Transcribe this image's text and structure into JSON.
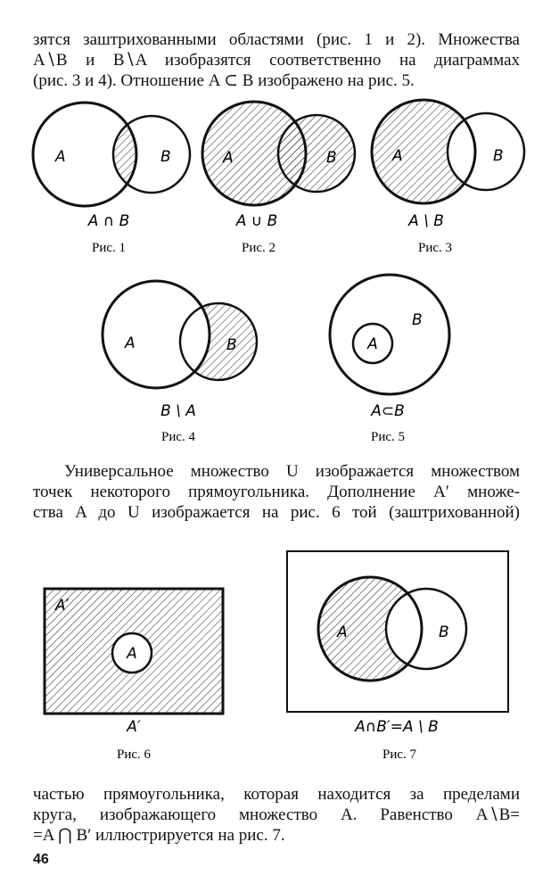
{
  "text_top": [
    "зятся заштрихованными областями (рис. 1 и 2). Множества",
    "A∖B и B∖A изобразятся соответственно на диаграммах",
    "(рис. 3 и 4). Отношение A ⊂ B изображено на рис. 5."
  ],
  "text_middle": [
    "Универсальное множество U изображается множеством",
    "точек некоторого прямоугольника. Дополнение A′ множе-",
    "ства A до U изображается на рис. 6 той (заштрихованной)"
  ],
  "text_bottom": [
    "частью прямоугольника, которая находится за пределами",
    "круга, изображающего множество A. Равенство A∖B=",
    "=A ⋂ B′ иллюстрируется на рис. 7."
  ],
  "page_number": "46",
  "figures": [
    {
      "caption": "Рис. 1",
      "formula": "A ∩ B",
      "label_a": "A",
      "label_b": "B"
    },
    {
      "caption": "Рис. 2",
      "formula": "A ∪ B",
      "label_a": "A",
      "label_b": "B"
    },
    {
      "caption": "Рис. 3",
      "formula": "A \\ B",
      "label_a": "A",
      "label_b": "B"
    },
    {
      "caption": "Рис. 4",
      "formula": "B \\ A",
      "label_a": "A",
      "label_b": "B"
    },
    {
      "caption": "Рис. 5",
      "formula": "A⊂B",
      "label_a": "A",
      "label_b": "B"
    },
    {
      "caption": "Рис. 6",
      "formula": "A′",
      "label_a": "A",
      "label_complement": "A′"
    },
    {
      "caption": "Рис. 7",
      "formula": "A∩B′=A \\ B",
      "label_a": "A",
      "label_b": "B"
    }
  ]
}
